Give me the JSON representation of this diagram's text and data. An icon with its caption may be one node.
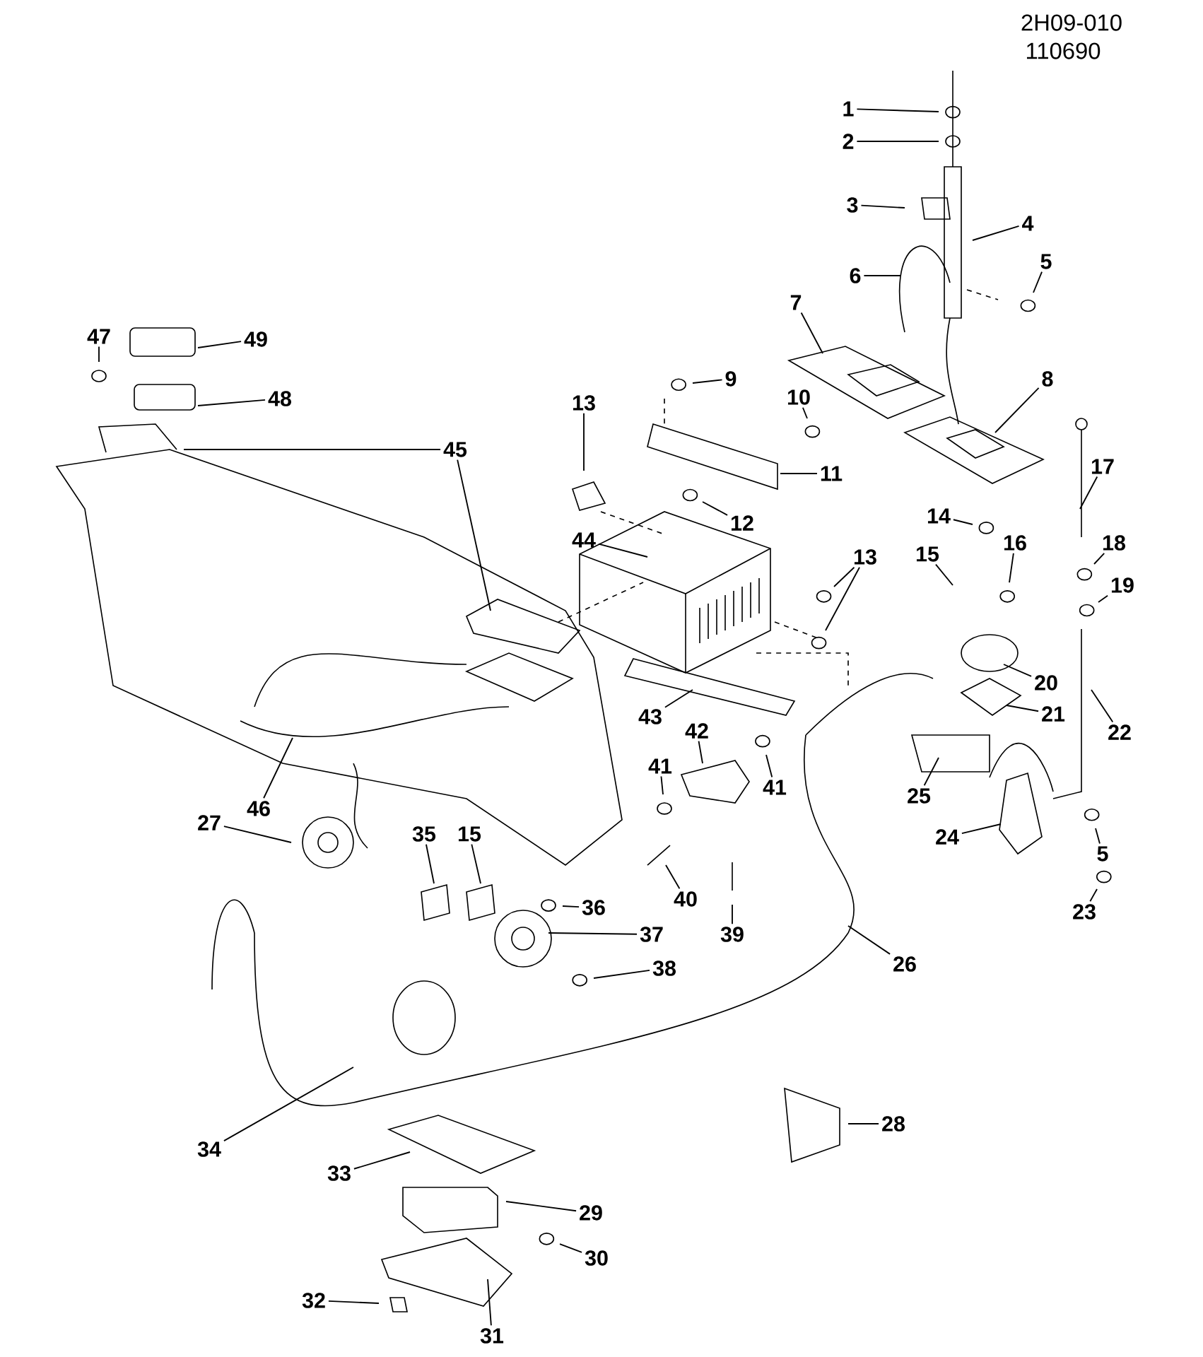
{
  "diagram": {
    "nodes": [
      {
        "text": [
          "1"
        ]
      },
      {
        "text": [
          "2"
        ]
      },
      {
        "text": [
          "3"
        ]
      },
      {
        "text": [
          "4"
        ]
      },
      {
        "text": [
          "5"
        ]
      },
      {
        "text": [
          "6"
        ]
      },
      {
        "text": [
          "7"
        ]
      },
      {
        "text": [
          "47"
        ]
      },
      {
        "text": [
          "49"
        ]
      },
      {
        "text": [
          "9"
        ]
      },
      {
        "text": [
          "8"
        ]
      },
      {
        "text": [
          "10"
        ]
      },
      {
        "text": [
          "48"
        ]
      },
      {
        "text": [
          "13"
        ]
      },
      {
        "text": [
          "45"
        ]
      },
      {
        "text": [
          "17"
        ]
      },
      {
        "text": [
          "11"
        ]
      },
      {
        "text": [
          "14"
        ]
      },
      {
        "text": [
          "12"
        ]
      },
      {
        "text": [
          "44"
        ]
      },
      {
        "text": [
          "16"
        ]
      },
      {
        "text": [
          "18"
        ]
      },
      {
        "text": [
          "15"
        ]
      },
      {
        "text": [
          "13"
        ]
      },
      {
        "text": [
          "19"
        ]
      },
      {
        "text": [
          "20"
        ]
      },
      {
        "text": [
          "21"
        ]
      },
      {
        "text": [
          "43"
        ]
      },
      {
        "text": [
          "22"
        ]
      },
      {
        "text": [
          "42"
        ]
      },
      {
        "text": [
          "41"
        ]
      },
      {
        "text": [
          "41"
        ]
      },
      {
        "text": [
          "25"
        ]
      },
      {
        "text": [
          "46"
        ]
      },
      {
        "text": [
          "27"
        ]
      },
      {
        "text": [
          "35"
        ]
      },
      {
        "text": [
          "15"
        ]
      },
      {
        "text": [
          "24"
        ]
      },
      {
        "text": [
          "5"
        ]
      },
      {
        "text": [
          "40"
        ]
      },
      {
        "text": [
          "36"
        ]
      },
      {
        "text": [
          "23"
        ]
      },
      {
        "text": [
          "37"
        ]
      },
      {
        "text": [
          "39"
        ]
      },
      {
        "text": [
          "26"
        ]
      },
      {
        "text": [
          "38"
        ]
      },
      {
        "text": [
          "28"
        ]
      },
      {
        "text": [
          "34"
        ]
      },
      {
        "text": [
          "33"
        ]
      },
      {
        "text": [
          "29"
        ]
      },
      {
        "text": [
          "30"
        ]
      },
      {
        "text": [
          "32"
        ]
      },
      {
        "text": [
          "31"
        ]
      }
    ],
    "edges": [
      {
        "from": 0,
        "to": null,
        "arrow": "none"
      },
      {
        "from": 1,
        "to": null,
        "arrow": "none"
      },
      {
        "from": 2,
        "to": null,
        "arrow": "none"
      },
      {
        "from": 3,
        "to": null,
        "arrow": "none"
      },
      {
        "from": 4,
        "to": null,
        "arrow": "none"
      },
      {
        "from": 5,
        "to": null,
        "arrow": "none"
      },
      {
        "from": 6,
        "to": null,
        "arrow": "none"
      },
      {
        "from": 7,
        "to": null,
        "arrow": "none"
      },
      {
        "from": 8,
        "to": null,
        "arrow": "none"
      },
      {
        "from": 9,
        "to": null,
        "arrow": "none"
      },
      {
        "from": 10,
        "to": null,
        "arrow": "none"
      },
      {
        "from": 11,
        "to": null,
        "arrow": "none"
      },
      {
        "from": 12,
        "to": null,
        "arrow": "none"
      },
      {
        "from": 13,
        "to": null,
        "arrow": "none"
      },
      {
        "from": 14,
        "to": null,
        "arrow": "none"
      },
      {
        "from": 14,
        "to": null,
        "arrow": "none"
      },
      {
        "from": 15,
        "to": null,
        "arrow": "none"
      },
      {
        "from": 16,
        "to": null,
        "arrow": "none"
      },
      {
        "from": 17,
        "to": null,
        "arrow": "none"
      },
      {
        "from": 18,
        "to": null,
        "arrow": "none"
      },
      {
        "from": 19,
        "to": null,
        "arrow": "none"
      },
      {
        "from": 20,
        "to": null,
        "arrow": "none"
      },
      {
        "from": 21,
        "to": null,
        "arrow": "none"
      },
      {
        "from": 22,
        "to": null,
        "arrow": "none"
      },
      {
        "from": 23,
        "to": null,
        "arrow": "none"
      },
      {
        "from": 23,
        "to": null,
        "arrow": "none"
      },
      {
        "from": 24,
        "to": null,
        "arrow": "none"
      },
      {
        "from": 25,
        "to": null,
        "arrow": "none"
      },
      {
        "from": 26,
        "to": null,
        "arrow": "none"
      },
      {
        "from": 27,
        "to": null,
        "arrow": "none"
      },
      {
        "from": 28,
        "to": null,
        "arrow": "none"
      },
      {
        "from": 29,
        "to": null,
        "arrow": "none"
      },
      {
        "from": 30,
        "to": null,
        "arrow": "none"
      },
      {
        "from": 31,
        "to": null,
        "arrow": "none"
      },
      {
        "from": 32,
        "to": null,
        "arrow": "none"
      },
      {
        "from": 33,
        "to": null,
        "arrow": "none"
      },
      {
        "from": 34,
        "to": null,
        "arrow": "none"
      },
      {
        "from": 35,
        "to": null,
        "arrow": "none"
      },
      {
        "from": 36,
        "to": null,
        "arrow": "none"
      },
      {
        "from": 37,
        "to": null,
        "arrow": "none"
      },
      {
        "from": 38,
        "to": null,
        "arrow": "none"
      },
      {
        "from": 39,
        "to": null,
        "arrow": "none"
      },
      {
        "from": 40,
        "to": null,
        "arrow": "none"
      },
      {
        "from": 41,
        "to": null,
        "arrow": "none"
      },
      {
        "from": 42,
        "to": null,
        "arrow": "none"
      },
      {
        "from": 43,
        "to": null,
        "arrow": "none"
      },
      {
        "from": 44,
        "to": null,
        "arrow": "none"
      },
      {
        "from": 45,
        "to": null,
        "arrow": "none"
      },
      {
        "from": 46,
        "to": null,
        "arrow": "none"
      },
      {
        "from": 47,
        "to": null,
        "arrow": "none"
      },
      {
        "from": 48,
        "to": null,
        "arrow": "none"
      },
      {
        "from": 49,
        "to": null,
        "arrow": "none"
      },
      {
        "from": 50,
        "to": null,
        "arrow": "none"
      },
      {
        "from": 51,
        "to": null,
        "arrow": "none"
      },
      {
        "from": 52,
        "to": null,
        "arrow": "none"
      }
    ],
    "labels": [
      "2H09-010",
      "110690"
    ]
  }
}
